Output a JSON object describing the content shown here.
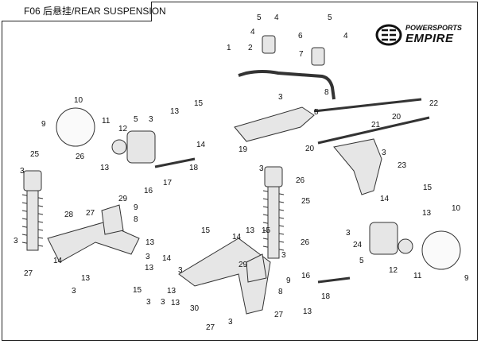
{
  "header": {
    "title": "F06 后悬挂/REAR SUSPENSION"
  },
  "logo": {
    "line1": "POWERSPORTS",
    "line2": "EMPIRE"
  },
  "watermark": "POWERSPORTS EMPIRE",
  "callouts": [
    "5",
    "4",
    "4",
    "6",
    "5",
    "4",
    "1",
    "2",
    "7",
    "8",
    "3",
    "10",
    "9",
    "11",
    "12",
    "5",
    "3",
    "13",
    "15",
    "22",
    "20",
    "21",
    "5",
    "3",
    "14",
    "19",
    "20",
    "13",
    "18",
    "17",
    "16",
    "23",
    "25",
    "26",
    "3",
    "3",
    "26",
    "15",
    "14",
    "25",
    "29",
    "28",
    "27",
    "9",
    "8",
    "13",
    "10",
    "3",
    "24",
    "15",
    "14",
    "13",
    "15",
    "26",
    "3",
    "13",
    "14",
    "3",
    "14",
    "5",
    "12",
    "11",
    "9",
    "27",
    "29",
    "3",
    "13",
    "13",
    "15",
    "3",
    "16",
    "9",
    "3",
    "8",
    "13",
    "27",
    "3",
    "3",
    "13",
    "18",
    "13",
    "30",
    "3",
    "27"
  ],
  "colors": {
    "line": "#333333",
    "part": "#e6e6e6"
  }
}
